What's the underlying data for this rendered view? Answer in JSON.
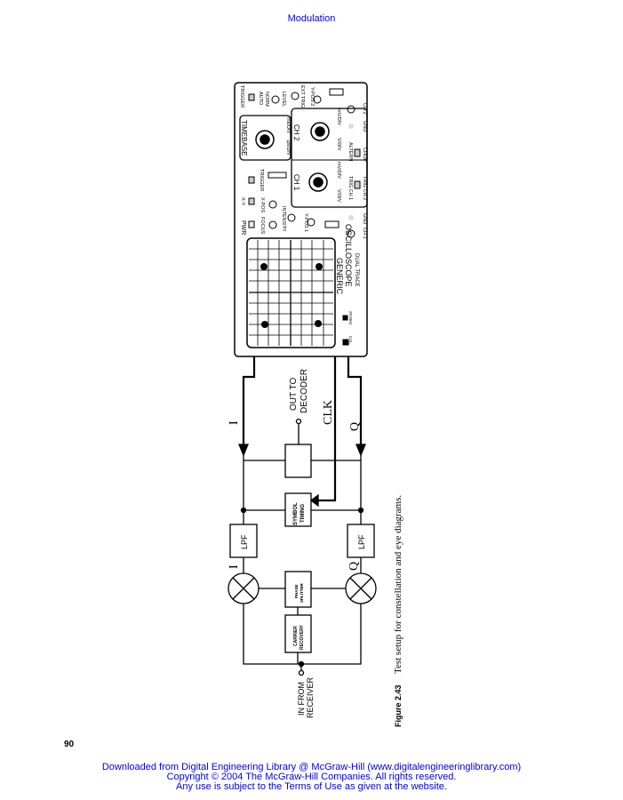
{
  "header": {
    "title": "Modulation"
  },
  "page_number": "90",
  "footer": {
    "line1": "Downloaded from Digital Engineering Library @ McGraw-Hill (www.digitalengineeringlibrary.com)",
    "line2": "Copyright © 2004 The McGraw-Hill Companies. All rights reserved.",
    "line3": "Any use is subject to the Terms of Use as given at the website."
  },
  "figure": {
    "number": "Figure 2.43",
    "caption": "Test setup for constellation and eye diagrams.",
    "labels": {
      "i_top": "I",
      "q_top": "Q",
      "clk": "CLK",
      "out_to": "OUT TO",
      "decoder": "DECODER",
      "lpf_i": "LPF",
      "lpf_q": "LPF",
      "symbol": "SYMBOL",
      "timing": "TIMING",
      "phase": "PHASE",
      "splitter": "SPLITTER",
      "carrier": "CARRIER",
      "recovery": "RECOVERY",
      "i_mix": "I",
      "q_mix": "Q",
      "in_from": "IN FROM",
      "receiver": "RECEIVER"
    },
    "scope": {
      "trigger": "TRIGGER",
      "auto": "AUTO",
      "norm": "NORM",
      "level": "LEVEL",
      "ext_trig": "EXT TRIG",
      "y_pos2": "Y-POS 2",
      "timebase": "TIMEBASE",
      "ms_div": "ms/DIV",
      "us_div": "μs/DIV",
      "ch2": "CH 2",
      "ch1": "CH 1",
      "v_div": "V/DIV",
      "mv_div": "mV/DIV",
      "altern": "ALTERN",
      "chop": "CHOP",
      "trig_ch1": "TRIG CH 1",
      "trig_ch2": "TRIG CH 2",
      "gnd": "GND",
      "pwr": "PWR",
      "x_y": "X-Y",
      "focus": "FOCUS",
      "x_pos": "X-POS",
      "intensity": "INTENSITY",
      "y_pos1": "Y-POS 1",
      "generic": "GENERIC",
      "oscilloscope": "OSCILLOSCOPE",
      "dual_trace": "DUAL TRACE",
      "mhz": "20 MHz",
      "cal": "CAL"
    }
  }
}
